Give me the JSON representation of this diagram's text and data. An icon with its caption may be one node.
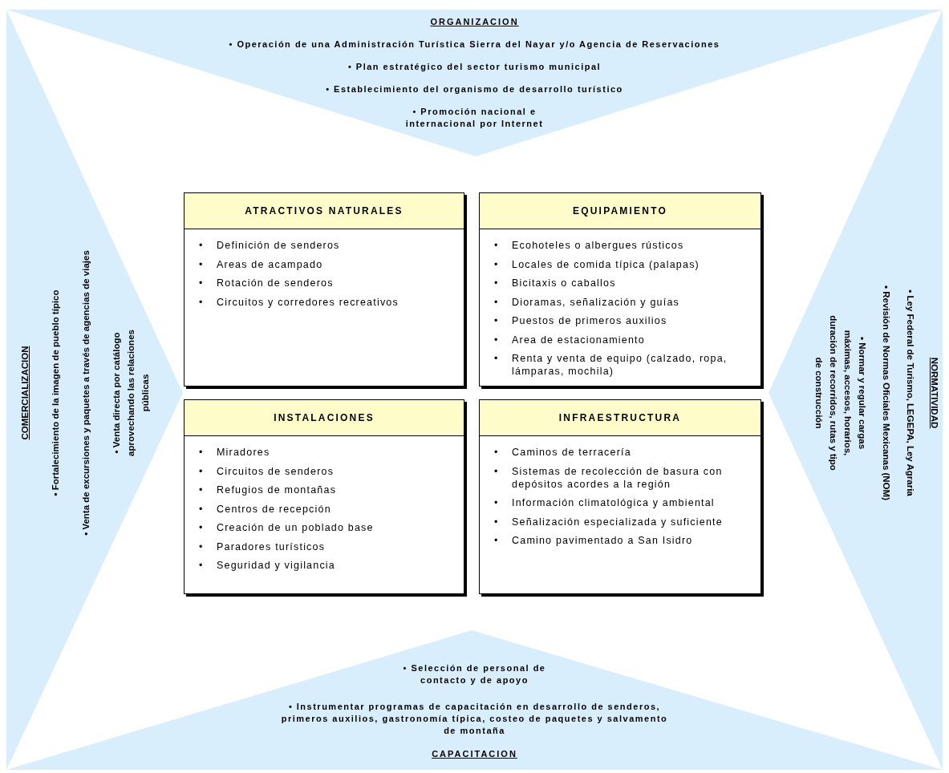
{
  "diagram": {
    "nodes": [
      {
        "text": [
          "ORGANIZACION",
          "• Operación de una Administración Turística Sierra del Nayar y/o Agencia de Reservaciones",
          "• Plan estratégico del sector turismo municipal",
          "• Establecimiento del organismo de desarrollo turístico",
          "• Promoción nacional e internacional por Internet"
        ]
      },
      {
        "text": [
          "COMERCIALIZACION",
          "• Fortalecimiento de la imagen de pueblo típico",
          "• Venta de excursiones y paquetes a través de agencias de viajes",
          "• Venta directa por catálogo aprovechando las relaciones públicas"
        ]
      },
      {
        "text": [
          "ATRACTIVOS NATURALES",
          "• Definición de senderos",
          "• Areas de acampado",
          "• Rotación de senderos",
          "• Circuitos y corredores recreativos"
        ]
      },
      {
        "text": [
          "EQUIPAMIENTO",
          "• Ecohoteles o albergues rústicos",
          "• Locales de comida típica (palapas)",
          "• Bicitaxis o caballos",
          "• Dioramas, señalización y guías",
          "• Puestos de primeros auxilios",
          "• Area de estacionamiento",
          "• Renta y venta de equipo (calzado, ropa, lámparas, mochila)"
        ]
      },
      {
        "text": [
          "INSTALACIONES",
          "• Miradores",
          "• Circuitos de senderos",
          "• Refugios de montañas",
          "• Centros de recepción",
          "• Creación de un poblado base",
          "• Paradores turísticos",
          "• Seguridad y vigilancia"
        ]
      },
      {
        "text": [
          "INFRAESTRUCTURA",
          "• Caminos de terracería",
          "• Sistemas de recolección de basura con depósitos acordes a la región",
          "• Información climatológica y ambiental",
          "• Señalización especializada y suficiente",
          "• Camino pavimentado a San Isidro"
        ]
      },
      {
        "text": [
          "NORMATIVIDAD",
          "• Ley Federal de Turismo, LEGEPA, Ley Agraria",
          "• Revisión de Normas Oficiales Mexicanas (NOM)",
          "• Normar y regular cargas máximas, accesos, horarios, duración de recorridos, rutas y tipo de construcción"
        ]
      },
      {
        "text": [
          "• Selección de personal de contacto y de apoyo",
          "• Instrumentar programas de capacitación en desarrollo de senderos, primeros auxilios, gastronomía típica, costeo de paquetes y salvamento de montaña",
          "CAPACITACION"
        ]
      }
    ]
  }
}
